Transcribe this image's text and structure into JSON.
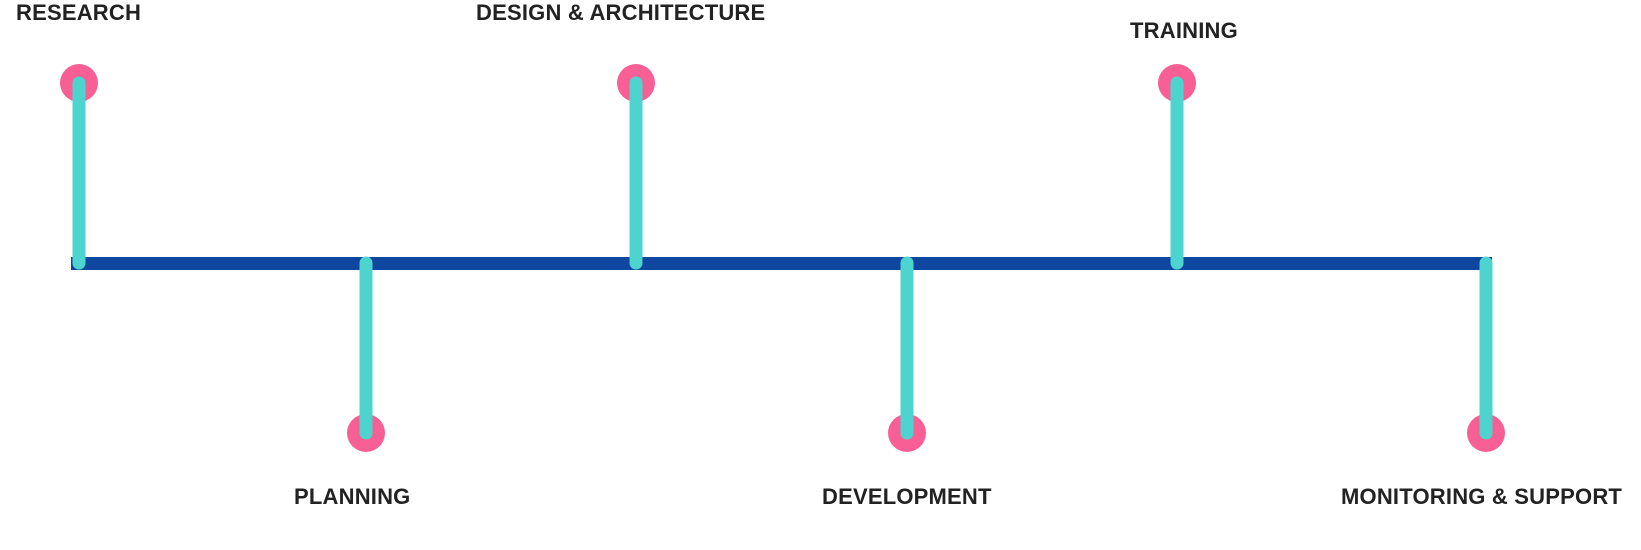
{
  "colors": {
    "axis": "#0f46a0",
    "stem": "#4dd4cf",
    "marker": "#f75f95",
    "text": "#222222",
    "background": "#ffffff"
  },
  "milestones": [
    {
      "label": "RESEARCH"
    },
    {
      "label": "PLANNING"
    },
    {
      "label": "DESIGN & ARCHITECTURE"
    },
    {
      "label": "DEVELOPMENT"
    },
    {
      "label": "TRAINING"
    },
    {
      "label": "MONITORING & SUPPORT"
    }
  ]
}
